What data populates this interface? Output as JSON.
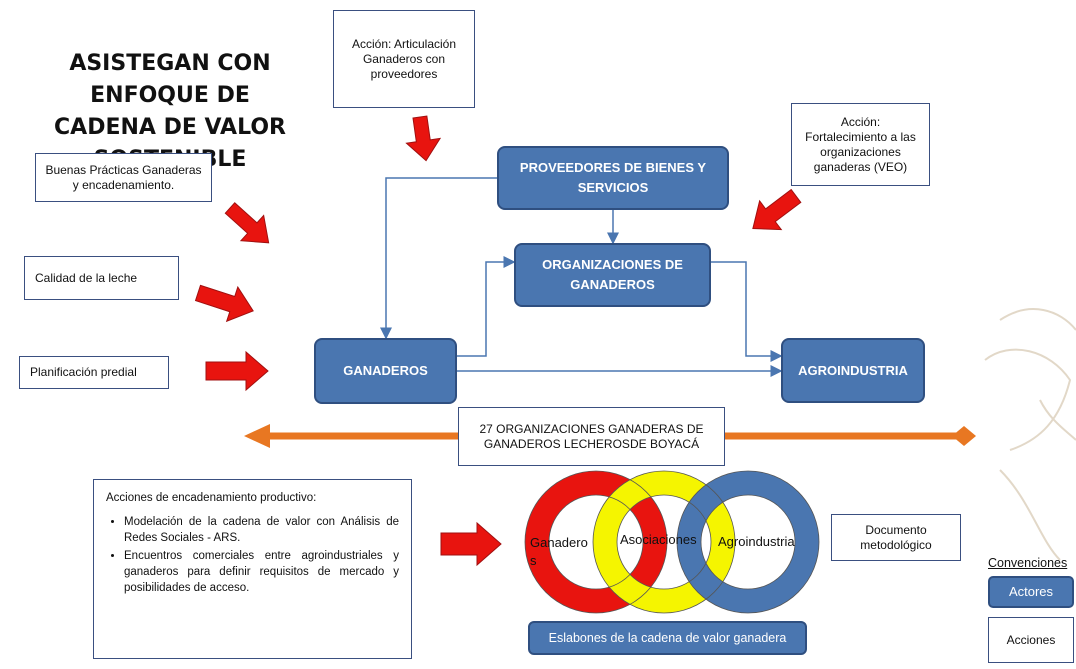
{
  "title": "ASISTEGAN CON ENFOQUE DE CADENA DE VALOR SOSTENIBLE",
  "actors": {
    "proveedores": "PROVEEDORES DE BIENES Y SERVICIOS",
    "organizaciones": "ORGANIZACIONES DE GANADEROS",
    "ganaderos": "GANADEROS",
    "agroindustria": "AGROINDUSTRIA"
  },
  "notes": {
    "articulacion": "Acción: Articulación Ganaderos con proveedores",
    "fortalecimiento": "Acción: Fortalecimiento a las organizaciones ganaderas (VEO)",
    "buenas_practicas": "Buenas Prácticas Ganaderas y encadenamiento.",
    "calidad": "Calidad de la leche",
    "planificacion": "Planificación predial",
    "organizaciones_count": "27 ORGANIZACIONES GANADERAS DE GANADEROS LECHEROSDE BOYACÁ",
    "documento": "Documento metodológico"
  },
  "acciones_encadenamiento": {
    "heading": "Acciones de encadenamiento productivo:",
    "items": [
      "Modelación de la cadena de valor con Análisis de Redes Sociales - ARS.",
      "Encuentros comerciales entre agroindustriales y ganaderos para definir requisitos de mercado y posibilidades de acceso."
    ]
  },
  "rings": {
    "ganaderos": "Ganadero\ns",
    "asociaciones": "Asociaciones",
    "agroindustria": "Agroindustria"
  },
  "eslabones": "Eslabones de la cadena de valor ganadera",
  "convenciones": {
    "heading": "Convenciones",
    "actores": "Actores",
    "acciones": "Acciones"
  },
  "colors": {
    "actor": "#4a76b0",
    "arrow_red": "#e8140f",
    "arrow_orange": "#e87722",
    "ring_red": "#e8140f",
    "ring_yellow": "#f5f500",
    "ring_blue": "#4a76b0"
  }
}
